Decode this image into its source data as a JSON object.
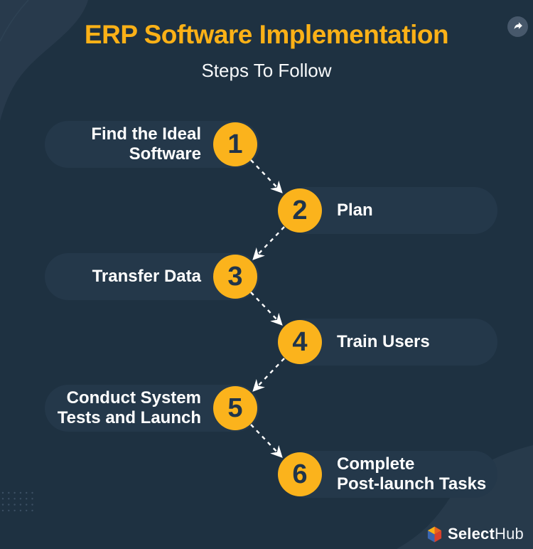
{
  "header": {
    "title": "ERP Software Implementation",
    "subtitle": "Steps To Follow"
  },
  "share_button": {
    "icon": "share-arrow-icon"
  },
  "steps": [
    {
      "number": "1",
      "lines": [
        "Find the Ideal",
        "Software"
      ],
      "side": "left"
    },
    {
      "number": "2",
      "lines": [
        "Plan"
      ],
      "side": "right"
    },
    {
      "number": "3",
      "lines": [
        "Transfer Data"
      ],
      "side": "left"
    },
    {
      "number": "4",
      "lines": [
        "Train Users"
      ],
      "side": "right"
    },
    {
      "number": "5",
      "lines": [
        "Conduct System",
        "Tests and Launch"
      ],
      "side": "left"
    },
    {
      "number": "6",
      "lines": [
        "Complete",
        "Post-launch Tasks"
      ],
      "side": "right"
    }
  ],
  "arrows": [
    {
      "from": "1",
      "to": "2",
      "direction": "down-right"
    },
    {
      "from": "2",
      "to": "3",
      "direction": "down-left"
    },
    {
      "from": "3",
      "to": "4",
      "direction": "down-right"
    },
    {
      "from": "4",
      "to": "5",
      "direction": "down-left"
    },
    {
      "from": "5",
      "to": "6",
      "direction": "down-right"
    }
  ],
  "footer": {
    "brand_bold": "Select",
    "brand_regular": "Hub"
  },
  "colors": {
    "background": "#1E3141",
    "panel_pill": "#24384A",
    "decor_light": "#283A4C",
    "accent_yellow": "#FBB31C",
    "title_yellow": "#FBB117",
    "step_number_text": "#20344A",
    "text_white": "#FFFFFF",
    "arrow_white": "#FFFFFF",
    "share_circle": "#47586B",
    "logo_yellow": "#F7B116",
    "logo_orange": "#E8611F",
    "logo_blue": "#3A66B0",
    "logo_red": "#D9402B"
  }
}
